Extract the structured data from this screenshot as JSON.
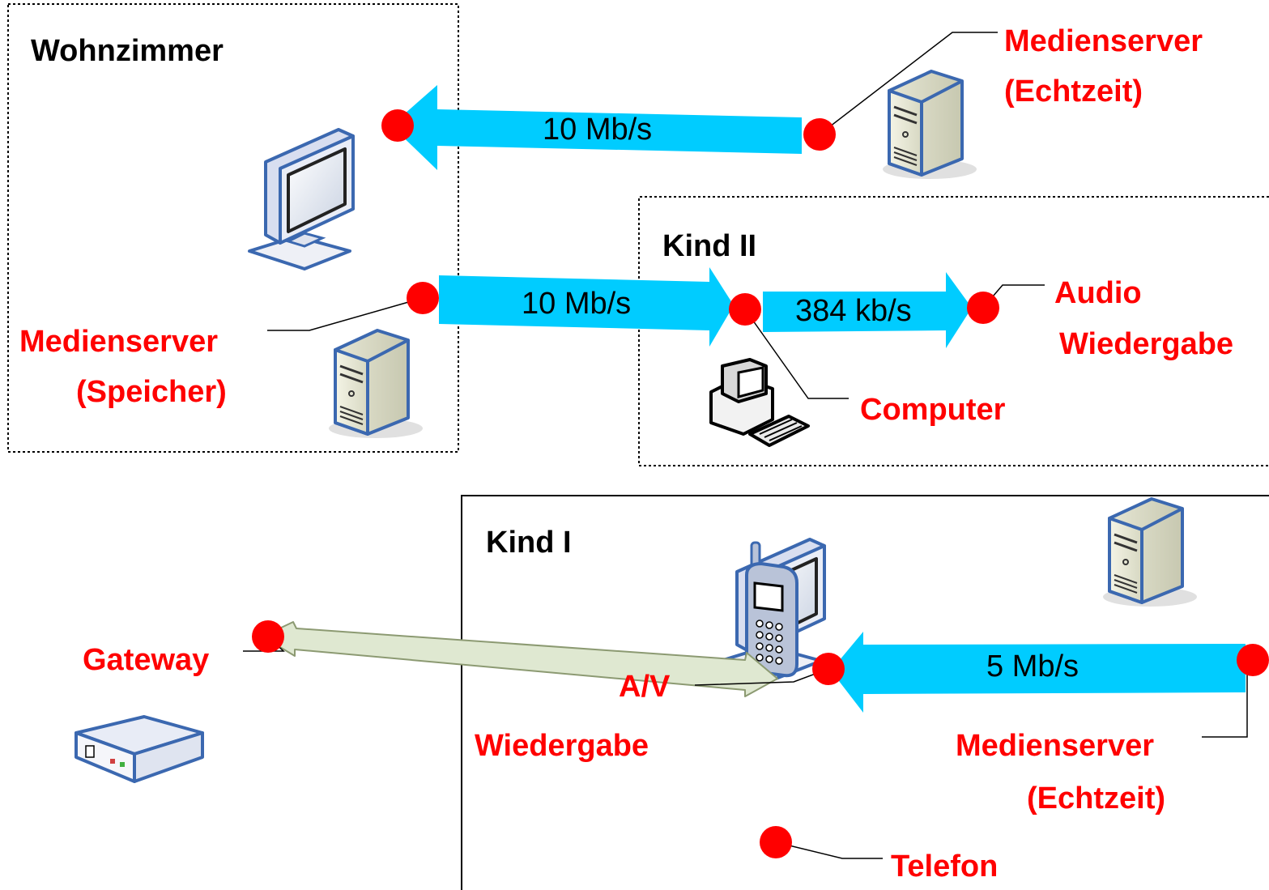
{
  "colors": {
    "endpoint": "#ff0000",
    "label": "#ff0000",
    "stream_arrow": "#00ccff",
    "phone_link": "#dfe8d1",
    "room_border": "#000000"
  },
  "rooms": {
    "wohnzimmer": {
      "title": "Wohnzimmer"
    },
    "kind2": {
      "title": "Kind II"
    },
    "kind1": {
      "title": "Kind I"
    }
  },
  "labels": {
    "medienserver_echtzeit_top": {
      "line1": "Medienserver",
      "line2": "(Echtzeit)"
    },
    "medienserver_speicher": {
      "line1": "Medienserver",
      "line2": "(Speicher)"
    },
    "audio_wiedergabe": {
      "line1": "Audio",
      "line2": "Wiedergabe"
    },
    "computer": {
      "line1": "Computer"
    },
    "gateway": {
      "line1": "Gateway"
    },
    "av_wiedergabe": {
      "line1": "A/V",
      "line2": "Wiedergabe"
    },
    "medienserver_echtzeit_bottom": {
      "line1": "Medienserver",
      "line2": "(Echtzeit)"
    },
    "telefon": {
      "line1": "Telefon"
    }
  },
  "streams": {
    "top": {
      "rate": "10 Mb/s"
    },
    "middle": {
      "rate": "10 Mb/s"
    },
    "audio": {
      "rate": "384 kb/s"
    },
    "kind1": {
      "rate": "5 Mb/s"
    }
  },
  "icons": {
    "tower_server": "server-tower-icon",
    "monitor": "monitor-icon",
    "desktop_pc": "desktop-computer-icon",
    "phone": "mobile-phone-icon",
    "gateway": "gateway-router-icon"
  }
}
